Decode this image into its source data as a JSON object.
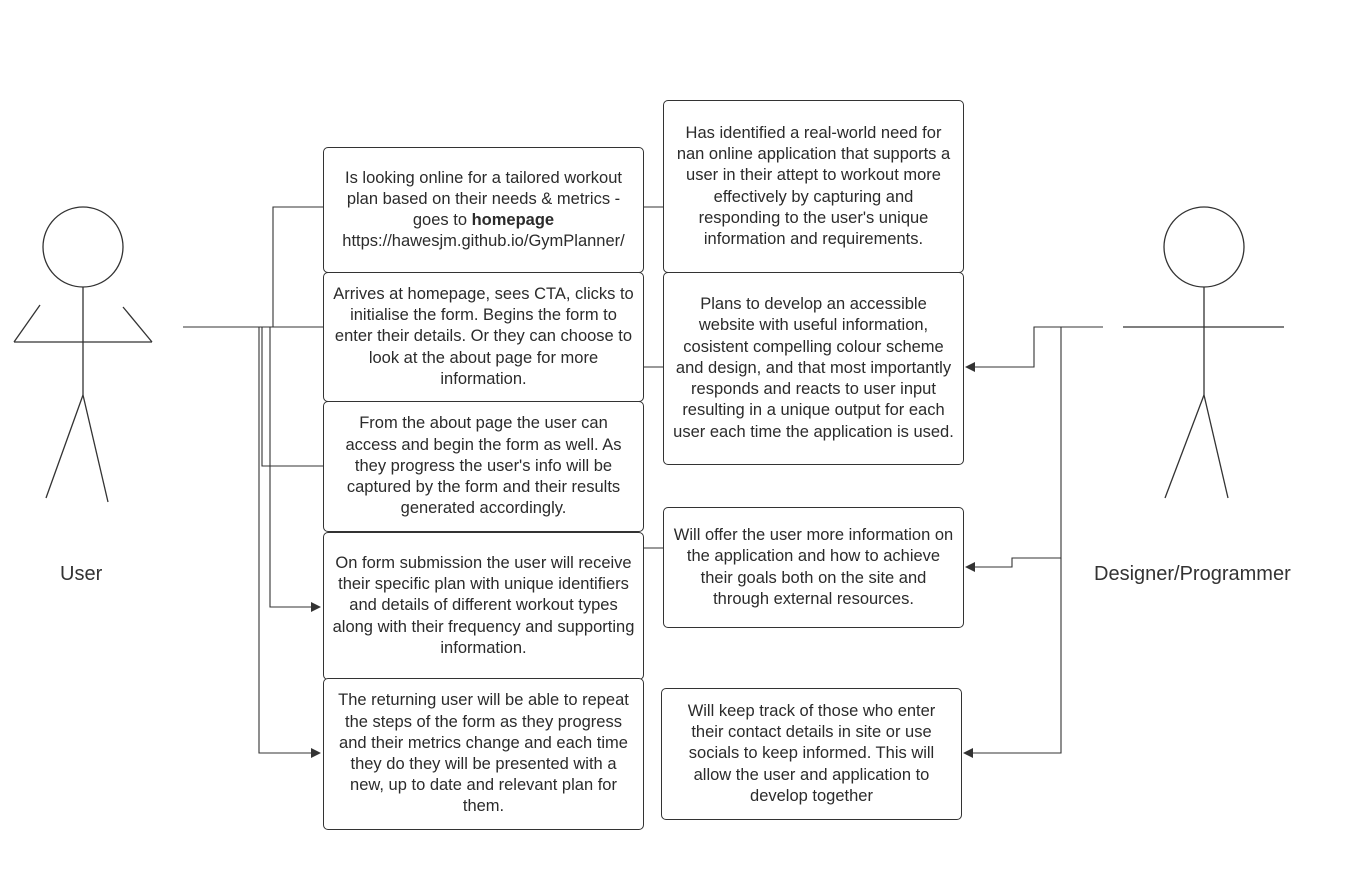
{
  "actors": {
    "user": "User",
    "designer": "Designer/Programmer"
  },
  "user_steps": {
    "s1_text": "Is looking online for a tailored workout plan based on their needs & metrics - goes to ",
    "s1_bold": "homepage",
    "s1_url": "https://hawesjm.github.io/GymPlanner/",
    "s2": "Arrives at homepage, sees CTA, clicks to initialise the form. Begins the form to enter their details. Or they can choose to look at the about page for more information.",
    "s3": "From the about page the user can access and begin the form as well. As they progress the user's info will be captured by the form and their results generated accordingly.",
    "s4": "On form submission the user will receive their specific plan with unique identifiers and details of different workout types along with their frequency and supporting information.",
    "s5": "The returning user will be able to repeat the steps of the form as they progress and their metrics change and each time they do they will be presented with a new, up to date and relevant plan for them."
  },
  "designer_steps": {
    "d1": "Has identified a real-world need for nan online application that supports a user in their attept to workout more effectively by capturing and responding to the user's unique information and requirements.",
    "d2": "Plans to develop an accessible website with useful information, cosistent compelling colour scheme and design, and that most importantly responds and reacts to user input resulting in a unique output for each user each time the application is used.",
    "d3": "Will offer the user more information on the application and how to achieve their goals both on the site and through external resources.",
    "d4": "Will keep track of those who enter their contact details in site or use socials to keep informed. This will allow the user and application to develop together"
  }
}
